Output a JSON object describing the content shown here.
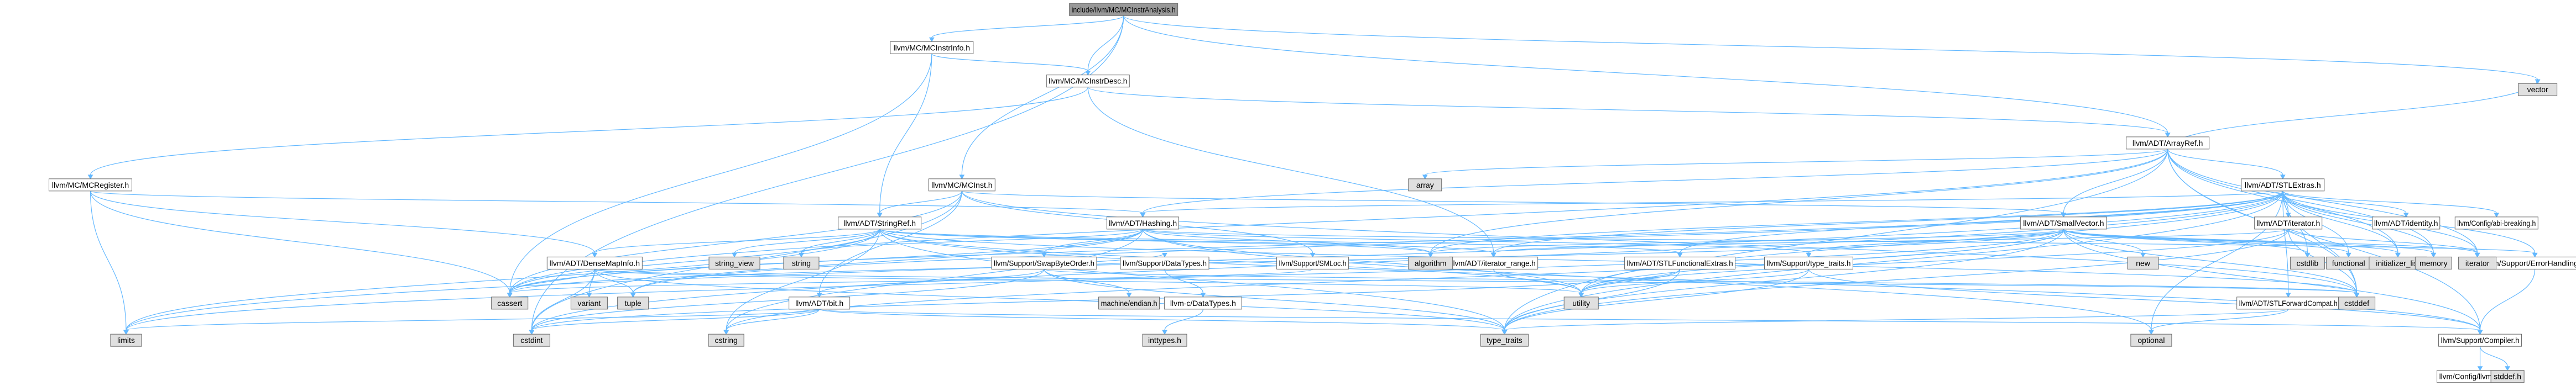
{
  "colors": {
    "root_fill": "#999999",
    "node_fill": "#ffffff",
    "external_fill": "#e0e0e0",
    "broken_stroke": "#ff0000",
    "node_stroke": "#666666",
    "edge": "#63b8ff"
  },
  "nodes": [
    {
      "id": "root",
      "label": "include/llvm/MC/MCInstrAnalysis.h",
      "kind": "root"
    },
    {
      "id": "mcinstrinfo",
      "label": "llvm/MC/MCInstrInfo.h",
      "kind": "internal"
    },
    {
      "id": "mcinstrdesc",
      "label": "llvm/MC/MCInstrDesc.h",
      "kind": "internal"
    },
    {
      "id": "mcinst",
      "label": "llvm/MC/MCInst.h",
      "kind": "internal"
    },
    {
      "id": "mcregister",
      "label": "llvm/MC/MCRegister.h",
      "kind": "internal"
    },
    {
      "id": "arrayref",
      "label": "llvm/ADT/ArrayRef.h",
      "kind": "internal"
    },
    {
      "id": "stlextras",
      "label": "llvm/ADT/STLExtras.h",
      "kind": "internal"
    },
    {
      "id": "stringref",
      "label": "llvm/ADT/StringRef.h",
      "kind": "internal"
    },
    {
      "id": "hashing",
      "label": "llvm/ADT/Hashing.h",
      "kind": "internal"
    },
    {
      "id": "smallvector",
      "label": "llvm/ADT/SmallVector.h",
      "kind": "internal"
    },
    {
      "id": "iterator",
      "label": "llvm/ADT/iterator.h",
      "kind": "internal"
    },
    {
      "id": "identity",
      "label": "llvm/ADT/identity.h",
      "kind": "internal"
    },
    {
      "id": "abibreaking",
      "label": "llvm/Config/abi-breaking.h",
      "kind": "internal"
    },
    {
      "id": "densemapinfo",
      "label": "llvm/ADT/DenseMapInfo.h",
      "kind": "internal"
    },
    {
      "id": "swapbyteorder",
      "label": "llvm/Support/SwapByteOrder.h",
      "kind": "internal"
    },
    {
      "id": "datatypes",
      "label": "llvm/Support/DataTypes.h",
      "kind": "internal"
    },
    {
      "id": "smloc",
      "label": "llvm/Support/SMLoc.h",
      "kind": "internal"
    },
    {
      "id": "iteratorrange",
      "label": "llvm/ADT/iterator_range.h",
      "kind": "internal"
    },
    {
      "id": "stlfunctional",
      "label": "llvm/ADT/STLFunctionalExtras.h",
      "kind": "internal"
    },
    {
      "id": "typetraitsh",
      "label": "llvm/Support/type_traits.h",
      "kind": "internal"
    },
    {
      "id": "errorhandling",
      "label": "llvm/Support/ErrorHandling.h",
      "kind": "internal"
    },
    {
      "id": "bith",
      "label": "llvm/ADT/bit.h",
      "kind": "internal"
    },
    {
      "id": "llvmcdatatypes",
      "label": "llvm-c/DataTypes.h",
      "kind": "broken"
    },
    {
      "id": "stlforward",
      "label": "llvm/ADT/STLForwardCompat.h",
      "kind": "internal"
    },
    {
      "id": "compiler",
      "label": "llvm/Support/Compiler.h",
      "kind": "internal"
    },
    {
      "id": "llvmconfig",
      "label": "llvm/Config/llvm-config.h",
      "kind": "internal"
    },
    {
      "id": "array",
      "label": "array",
      "kind": "external"
    },
    {
      "id": "vector",
      "label": "vector",
      "kind": "external"
    },
    {
      "id": "string_view",
      "label": "string_view",
      "kind": "external"
    },
    {
      "id": "string",
      "label": "string",
      "kind": "external"
    },
    {
      "id": "new",
      "label": "new",
      "kind": "external"
    },
    {
      "id": "cstdlib",
      "label": "cstdlib",
      "kind": "external"
    },
    {
      "id": "functional",
      "label": "functional",
      "kind": "external"
    },
    {
      "id": "initializer_list",
      "label": "initializer_list",
      "kind": "external"
    },
    {
      "id": "memory",
      "label": "memory",
      "kind": "external"
    },
    {
      "id": "iteratorstd",
      "label": "iterator",
      "kind": "external"
    },
    {
      "id": "algorithm",
      "label": "algorithm",
      "kind": "external"
    },
    {
      "id": "machine_endian",
      "label": "machine/endian.h",
      "kind": "external"
    },
    {
      "id": "variant",
      "label": "variant",
      "kind": "external"
    },
    {
      "id": "tuple",
      "label": "tuple",
      "kind": "external"
    },
    {
      "id": "cassert",
      "label": "cassert",
      "kind": "external"
    },
    {
      "id": "utility",
      "label": "utility",
      "kind": "external"
    },
    {
      "id": "cstddef",
      "label": "cstddef",
      "kind": "external"
    },
    {
      "id": "limits",
      "label": "limits",
      "kind": "external"
    },
    {
      "id": "cstdint",
      "label": "cstdint",
      "kind": "external"
    },
    {
      "id": "cstring",
      "label": "cstring",
      "kind": "external"
    },
    {
      "id": "type_traits",
      "label": "type_traits",
      "kind": "external"
    },
    {
      "id": "optional",
      "label": "optional",
      "kind": "external"
    },
    {
      "id": "inttypes",
      "label": "inttypes.h",
      "kind": "external"
    },
    {
      "id": "stddef",
      "label": "stddef.h",
      "kind": "external"
    }
  ],
  "edges": [
    [
      "root",
      "mcinstrinfo"
    ],
    [
      "root",
      "mcinstrdesc"
    ],
    [
      "root",
      "mcinst"
    ],
    [
      "root",
      "arrayref"
    ],
    [
      "root",
      "vector"
    ],
    [
      "root",
      "cstdint"
    ],
    [
      "mcinstrinfo",
      "mcinstrdesc"
    ],
    [
      "mcinstrinfo",
      "stringref"
    ],
    [
      "mcinstrinfo",
      "cassert"
    ],
    [
      "mcinstrdesc",
      "arrayref"
    ],
    [
      "mcinstrdesc",
      "iteratorrange"
    ],
    [
      "mcinstrdesc",
      "mcregister"
    ],
    [
      "mcinst",
      "stringref"
    ],
    [
      "mcinst",
      "smallvector"
    ],
    [
      "mcinst",
      "bith"
    ],
    [
      "mcinst",
      "smloc"
    ],
    [
      "mcinst",
      "cassert"
    ],
    [
      "mcinst",
      "cstddef"
    ],
    [
      "mcinst",
      "cstdint"
    ],
    [
      "mcregister",
      "densemapinfo"
    ],
    [
      "mcregister",
      "hashing"
    ],
    [
      "mcregister",
      "cassert"
    ],
    [
      "mcregister",
      "limits"
    ],
    [
      "arrayref",
      "hashing"
    ],
    [
      "arrayref",
      "smallvector"
    ],
    [
      "arrayref",
      "stlextras"
    ],
    [
      "arrayref",
      "compiler"
    ],
    [
      "arrayref",
      "algorithm"
    ],
    [
      "arrayref",
      "array"
    ],
    [
      "arrayref",
      "cassert"
    ],
    [
      "arrayref",
      "cstddef"
    ],
    [
      "arrayref",
      "initializer_list"
    ],
    [
      "arrayref",
      "iteratorstd"
    ],
    [
      "arrayref",
      "memory"
    ],
    [
      "arrayref",
      "type_traits"
    ],
    [
      "arrayref",
      "vector"
    ],
    [
      "stlextras",
      "stlforward"
    ],
    [
      "stlextras",
      "stlfunctional"
    ],
    [
      "stlextras",
      "identity"
    ],
    [
      "stlextras",
      "iterator"
    ],
    [
      "stlextras",
      "iteratorrange"
    ],
    [
      "stlextras",
      "abibreaking"
    ],
    [
      "stlextras",
      "errorhandling"
    ],
    [
      "stlextras",
      "hashing"
    ],
    [
      "stlextras",
      "algorithm"
    ],
    [
      "stlextras",
      "cassert"
    ],
    [
      "stlextras",
      "cstddef"
    ],
    [
      "stlextras",
      "cstdint"
    ],
    [
      "stlextras",
      "cstdlib"
    ],
    [
      "stlextras",
      "functional"
    ],
    [
      "stlextras",
      "initializer_list"
    ],
    [
      "stlextras",
      "iteratorstd"
    ],
    [
      "stlextras",
      "limits"
    ],
    [
      "stlextras",
      "memory"
    ],
    [
      "stlextras",
      "optional"
    ],
    [
      "stlextras",
      "tuple"
    ],
    [
      "stlextras",
      "type_traits"
    ],
    [
      "stlextras",
      "utility"
    ],
    [
      "stringref",
      "densemapinfo"
    ],
    [
      "stringref",
      "stlfunctional"
    ],
    [
      "stringref",
      "iteratorrange"
    ],
    [
      "stringref",
      "compiler"
    ],
    [
      "stringref",
      "algorithm"
    ],
    [
      "stringref",
      "cassert"
    ],
    [
      "stringref",
      "cstddef"
    ],
    [
      "stringref",
      "cstring"
    ],
    [
      "stringref",
      "limits"
    ],
    [
      "stringref",
      "string"
    ],
    [
      "stringref",
      "string_view"
    ],
    [
      "stringref",
      "type_traits"
    ],
    [
      "stringref",
      "utility"
    ],
    [
      "hashing",
      "errorhandling"
    ],
    [
      "hashing",
      "swapbyteorder"
    ],
    [
      "hashing",
      "typetraitsh"
    ],
    [
      "hashing",
      "algorithm"
    ],
    [
      "hashing",
      "cassert"
    ],
    [
      "hashing",
      "cstring"
    ],
    [
      "hashing",
      "optional"
    ],
    [
      "hashing",
      "string"
    ],
    [
      "hashing",
      "tuple"
    ],
    [
      "hashing",
      "utility"
    ],
    [
      "smallvector",
      "compiler"
    ],
    [
      "smallvector",
      "typetraitsh"
    ],
    [
      "smallvector",
      "algorithm"
    ],
    [
      "smallvector",
      "cassert"
    ],
    [
      "smallvector",
      "cstddef"
    ],
    [
      "smallvector",
      "cstdlib"
    ],
    [
      "smallvector",
      "cstring"
    ],
    [
      "smallvector",
      "functional"
    ],
    [
      "smallvector",
      "initializer_list"
    ],
    [
      "smallvector",
      "iteratorstd"
    ],
    [
      "smallvector",
      "limits"
    ],
    [
      "smallvector",
      "memory"
    ],
    [
      "smallvector",
      "new"
    ],
    [
      "smallvector",
      "type_traits"
    ],
    [
      "smallvector",
      "utility"
    ],
    [
      "iterator",
      "iteratorrange"
    ],
    [
      "iterator",
      "cstddef"
    ],
    [
      "iterator",
      "iteratorstd"
    ],
    [
      "iterator",
      "type_traits"
    ],
    [
      "iterator",
      "utility"
    ],
    [
      "densemapinfo",
      "cassert"
    ],
    [
      "densemapinfo",
      "cstddef"
    ],
    [
      "densemapinfo",
      "cstdint"
    ],
    [
      "densemapinfo",
      "tuple"
    ],
    [
      "densemapinfo",
      "type_traits"
    ],
    [
      "densemapinfo",
      "utility"
    ],
    [
      "densemapinfo",
      "variant"
    ],
    [
      "swapbyteorder",
      "bith"
    ],
    [
      "swapbyteorder",
      "datatypes"
    ],
    [
      "swapbyteorder",
      "cstddef"
    ],
    [
      "swapbyteorder",
      "cstdint"
    ],
    [
      "swapbyteorder",
      "type_traits"
    ],
    [
      "swapbyteorder",
      "machine_endian"
    ],
    [
      "datatypes",
      "llvmcdatatypes"
    ],
    [
      "llvmcdatatypes",
      "inttypes"
    ],
    [
      "iteratorrange",
      "utility"
    ],
    [
      "stlfunctional",
      "cstdint"
    ],
    [
      "stlfunctional",
      "type_traits"
    ],
    [
      "stlfunctional",
      "utility"
    ],
    [
      "typetraitsh",
      "compiler"
    ],
    [
      "typetraitsh",
      "type_traits"
    ],
    [
      "typetraitsh",
      "utility"
    ],
    [
      "errorhandling",
      "compiler"
    ],
    [
      "bith",
      "compiler"
    ],
    [
      "bith",
      "cstdint"
    ],
    [
      "bith",
      "limits"
    ],
    [
      "bith",
      "type_traits"
    ],
    [
      "bith",
      "cstring"
    ],
    [
      "stlforward",
      "optional"
    ],
    [
      "stlforward",
      "type_traits"
    ],
    [
      "compiler",
      "llvmconfig"
    ],
    [
      "compiler",
      "stddef"
    ],
    [
      "smloc",
      "cassert"
    ]
  ]
}
